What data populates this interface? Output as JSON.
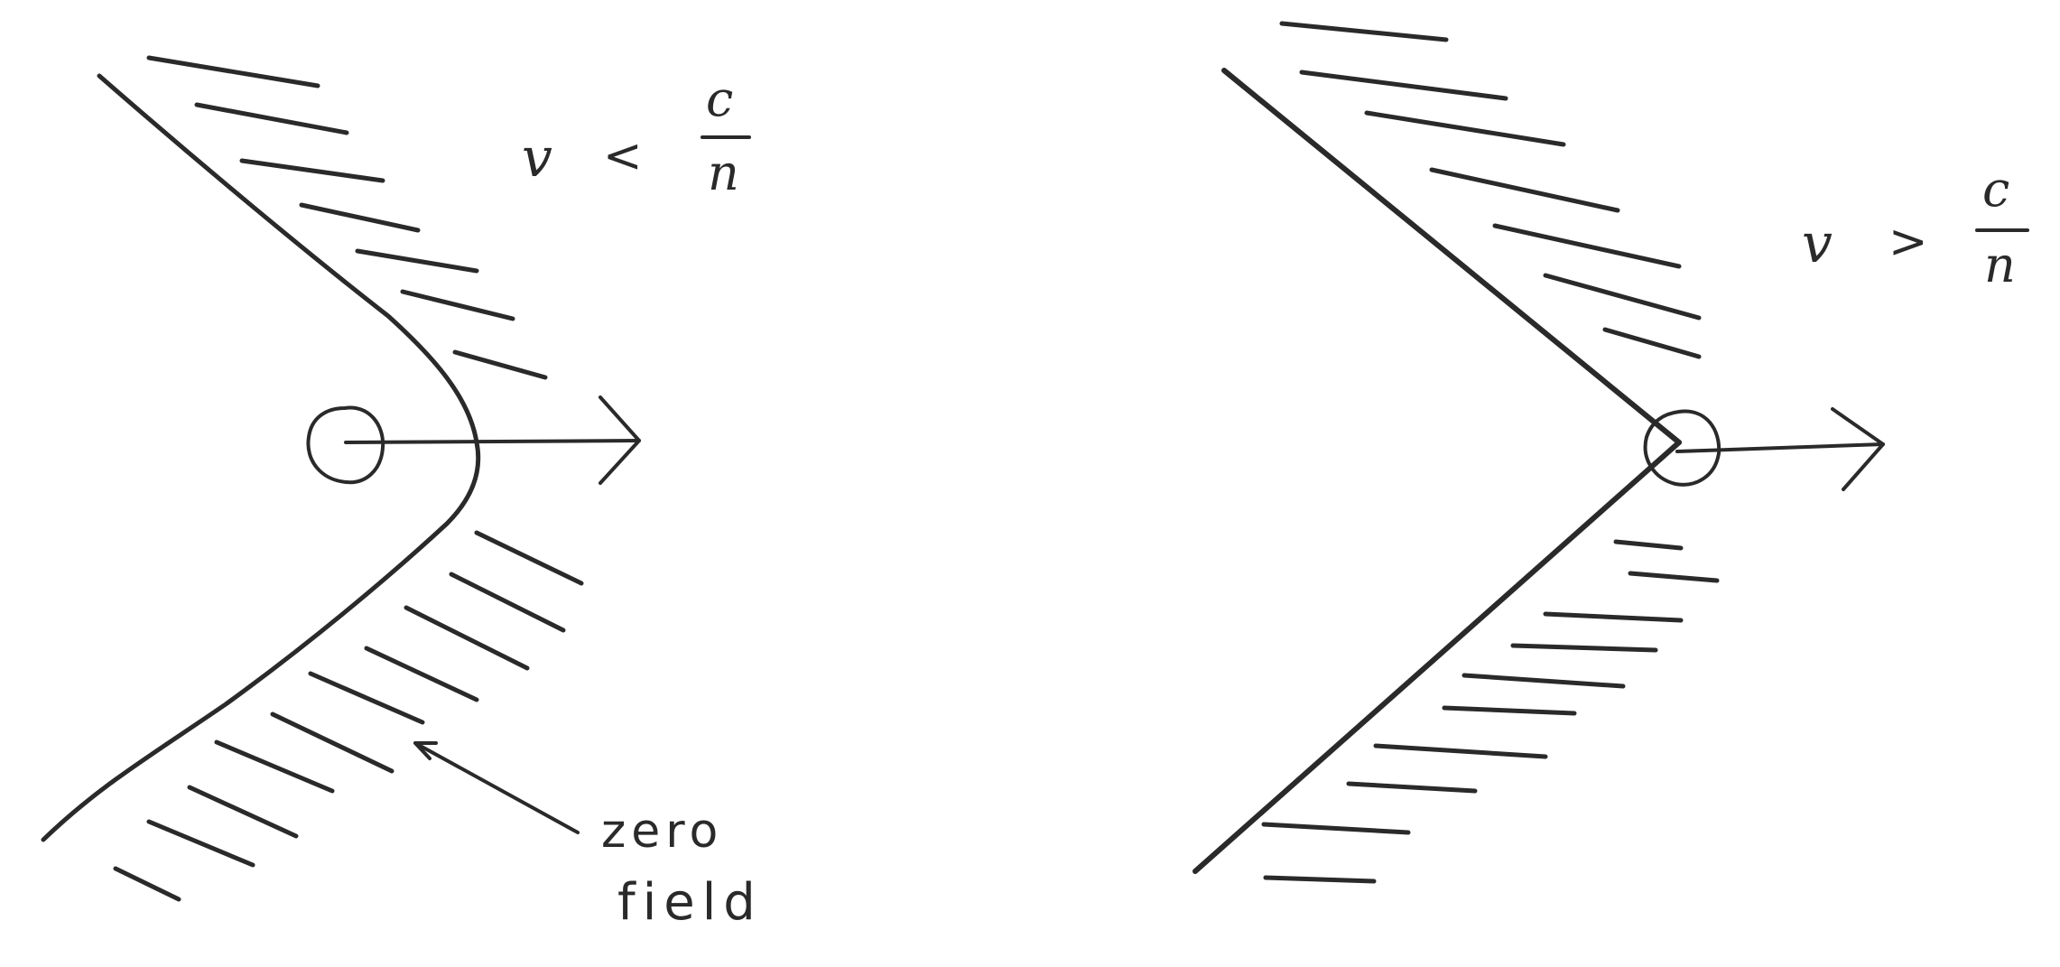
{
  "panels": [
    {
      "id": "subluminal",
      "condition": {
        "variable": "v",
        "relation": "<",
        "numerator": "c",
        "denominator": "n"
      },
      "annotation": {
        "line1": "zero",
        "line2": "field"
      }
    },
    {
      "id": "superluminal",
      "condition": {
        "variable": "v",
        "relation": ">",
        "numerator": "c",
        "denominator": "n"
      }
    }
  ],
  "colors": {
    "ink": "#2a2a2a",
    "background": "#ffffff"
  }
}
